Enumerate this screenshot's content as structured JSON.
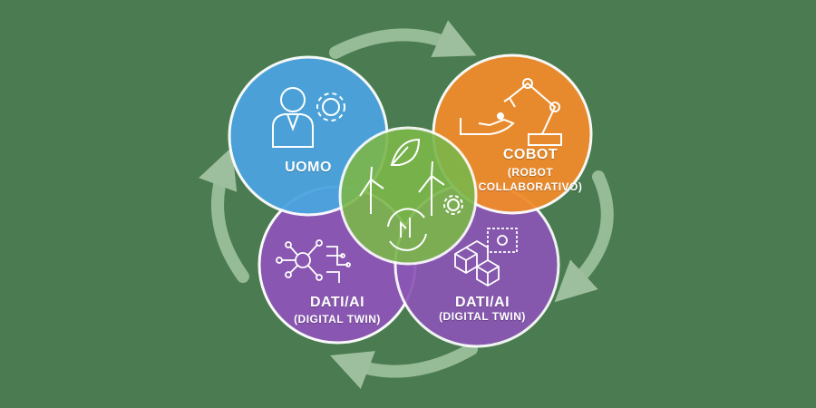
{
  "colors": {
    "background": "#4b7b50",
    "uomo": "#4aa3df",
    "cobot": "#f08a2c",
    "dati": "#8a55b4",
    "center": "#7ab648",
    "arrows": "#9cbf9c"
  },
  "circles": {
    "uomo": {
      "title": "UOMO",
      "icons": [
        "person-icon",
        "gear-icon"
      ]
    },
    "cobot": {
      "title": "COBOT",
      "subtitle_1": "(ROBOT",
      "subtitle_2": "COLLABORATIVO)",
      "icons": [
        "robot-arm-icon",
        "hand-icon"
      ]
    },
    "dati_left": {
      "title": "DATI/AI",
      "subtitle": "(DIGITAL TWIN)",
      "icons": [
        "neural-network-icon"
      ]
    },
    "dati_right": {
      "title": "DATI/AI",
      "subtitle": "(DIGITAL TWIN)",
      "icons": [
        "cubes-icon",
        "monitor-icon"
      ]
    },
    "center": {
      "icons": [
        "leaf-icon",
        "wind-turbine-icon",
        "wind-turbine-icon",
        "recycle-icon",
        "gear-icon"
      ]
    }
  },
  "arrows": [
    "cycle-arrow-top",
    "cycle-arrow-right",
    "cycle-arrow-bottom",
    "cycle-arrow-left"
  ]
}
